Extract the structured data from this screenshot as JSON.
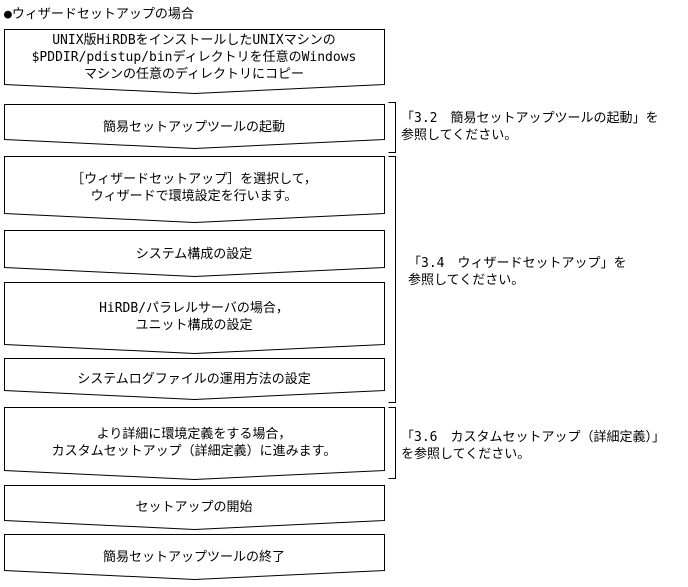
{
  "heading": "●ウィザードセットアップの場合",
  "steps": [
    {
      "text": "UNIX版HiRDBをインストールしたUNIXマシンの\n$PDDIR/pdistup/binディレクトリを任意のWindows\nマシンの任意のディレクトリにコピー"
    },
    {
      "text": "簡易セットアップツールの起動"
    },
    {
      "text": "［ウィザードセットアップ］を選択して，\nウィザードで環境設定を行います。"
    },
    {
      "text": "システム構成の設定"
    },
    {
      "text": "HiRDB/パラレルサーバの場合，\nユニット構成の設定"
    },
    {
      "text": "システムログファイルの運用方法の設定"
    },
    {
      "text": "より詳細に環境定義をする場合，\nカスタムセットアップ（詳細定義）に進みます。"
    },
    {
      "text": "セットアップの開始"
    },
    {
      "text": "簡易セットアップツールの終了"
    }
  ],
  "notes": [
    {
      "text": "「3.2　簡易セットアップツールの起動」を\n参照してください。"
    },
    {
      "text": "「3.4　ウィザードセットアップ」を\n参照してください。"
    },
    {
      "text": "「3.6　カスタムセットアップ（詳細定義）」\nを参照してください。"
    }
  ]
}
